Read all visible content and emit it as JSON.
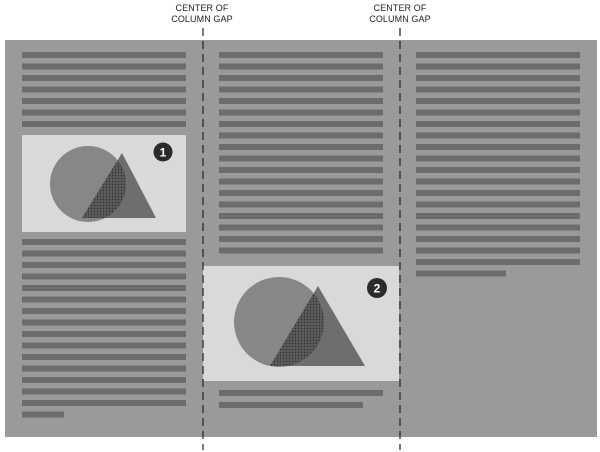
{
  "annotations": {
    "gap_label_1": "CENTER OF\nCOLUMN GAP",
    "gap_label_2": "CENTER OF\nCOLUMN GAP"
  },
  "badges": [
    {
      "number": "1"
    },
    {
      "number": "2"
    }
  ],
  "colors": {
    "page": "#9a9a9a",
    "text_line": "#6c6c6c",
    "image_box": "#d9d9d9",
    "circle": "#878787",
    "triangle": "#6e6e6e",
    "badge": "#2b2b2b"
  }
}
